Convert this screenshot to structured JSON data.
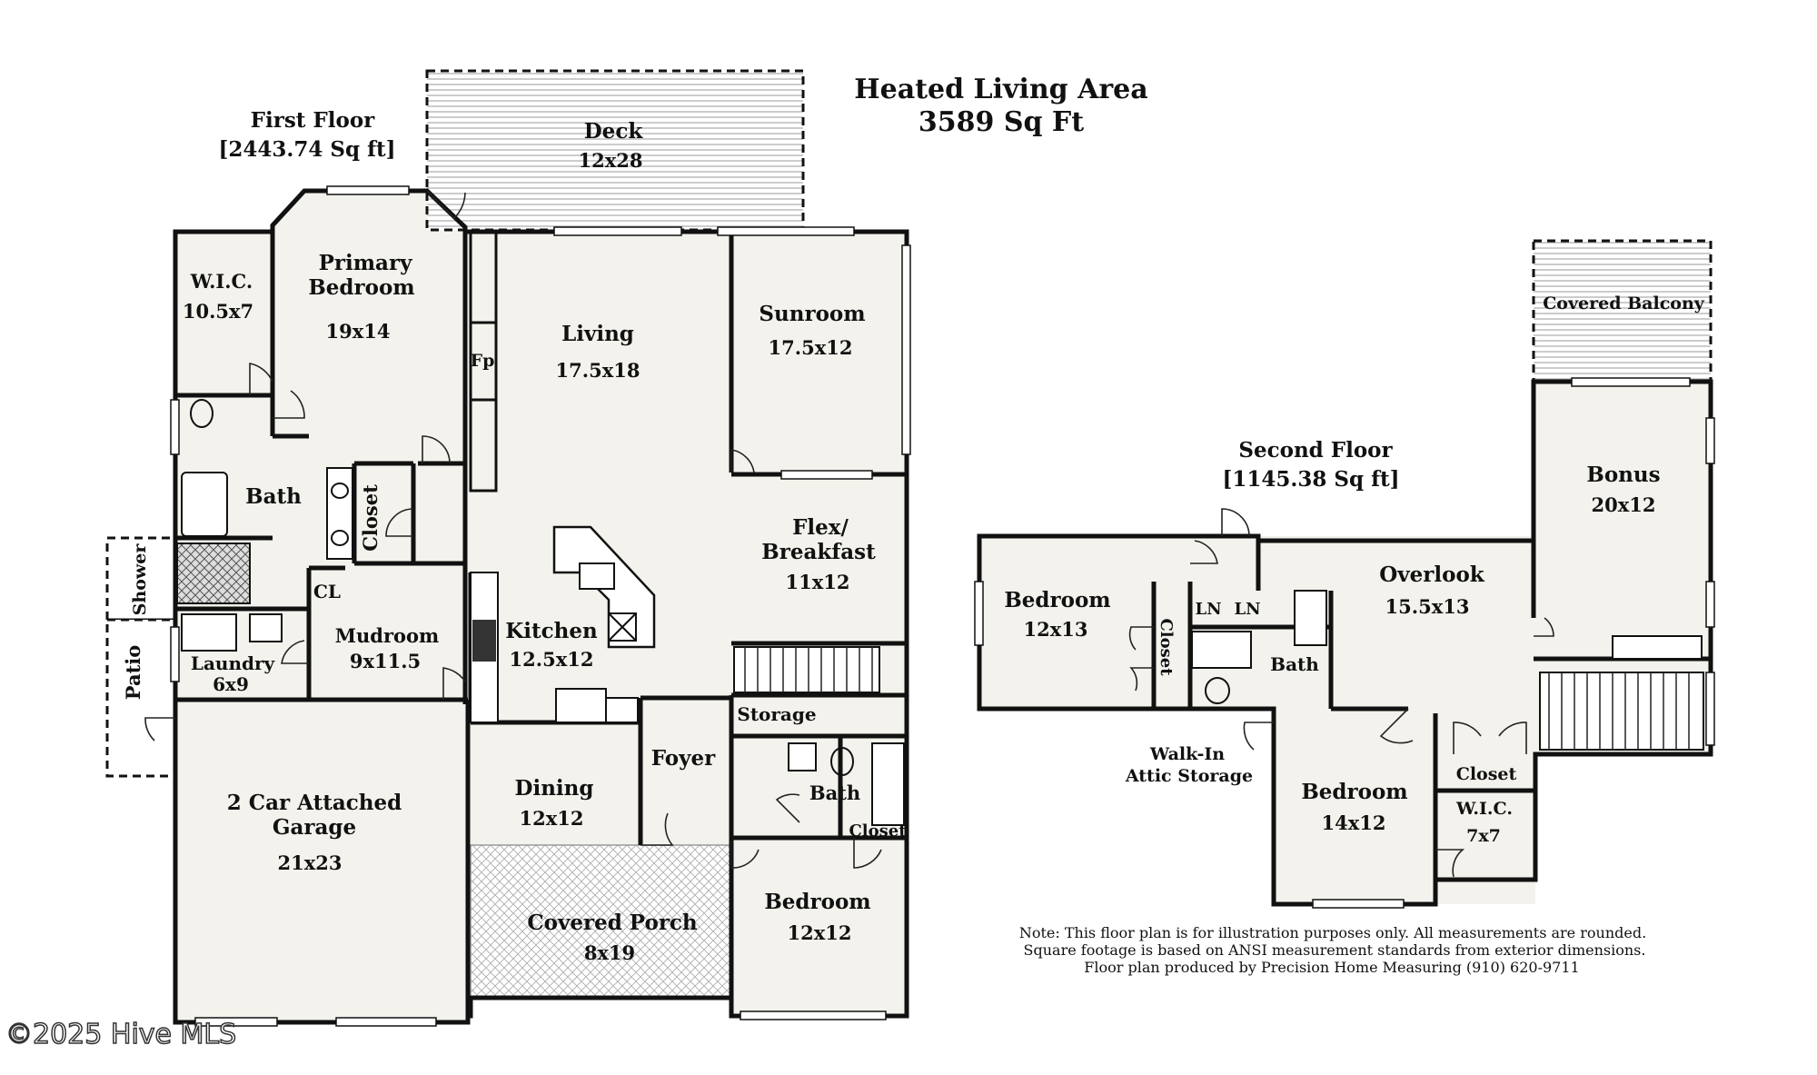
{
  "header": {
    "line1": "Heated Living Area",
    "line2": "3589 Sq Ft"
  },
  "first_floor": {
    "title": "First Floor",
    "area": "[2443.74 Sq ft]"
  },
  "second_floor": {
    "title": "Second Floor",
    "area": "[1145.38 Sq ft]"
  },
  "rooms_first": {
    "deck": {
      "name": "Deck",
      "dim": "12x28"
    },
    "wic": {
      "name": "W.I.C.",
      "dim": "10.5x7"
    },
    "primary": {
      "name1": "Primary",
      "name2": "Bedroom",
      "dim": "19x14"
    },
    "living": {
      "name": "Living",
      "dim": "17.5x18"
    },
    "sunroom": {
      "name": "Sunroom",
      "dim": "17.5x12"
    },
    "fp": "Fp",
    "bath1": "Bath",
    "closet1": "Closet",
    "flex": {
      "name1": "Flex/",
      "name2": "Breakfast",
      "dim": "11x12"
    },
    "shower": "Shower",
    "cl": "CL",
    "mudroom": {
      "name": "Mudroom",
      "dim": "9x11.5"
    },
    "kitchen": {
      "name": "Kitchen",
      "dim": "12.5x12"
    },
    "patio": "Patio",
    "laundry": {
      "name": "Laundry",
      "dim": "6x9"
    },
    "storage": "Storage",
    "foyer": "Foyer",
    "garage": {
      "name1": "2 Car Attached",
      "name2": "Garage",
      "dim": "21x23"
    },
    "dining": {
      "name": "Dining",
      "dim": "12x12"
    },
    "bath2": "Bath",
    "closet2": "Closet",
    "bedroom": {
      "name": "Bedroom",
      "dim": "12x12"
    },
    "porch": {
      "name": "Covered Porch",
      "dim": "8x19"
    }
  },
  "rooms_second": {
    "balcony": "Covered Balcony",
    "bonus": {
      "name": "Bonus",
      "dim": "20x12"
    },
    "overlook": {
      "name": "Overlook",
      "dim": "15.5x13"
    },
    "bedroom_a": {
      "name": "Bedroom",
      "dim": "12x13"
    },
    "closet": "Closet",
    "ln1": "LN",
    "ln2": "LN",
    "bath": "Bath",
    "attic1": "Walk-In",
    "attic2": "Attic Storage",
    "bedroom_b": {
      "name": "Bedroom",
      "dim": "14x12"
    },
    "closet_b": "Closet",
    "wic": {
      "name": "W.I.C.",
      "dim": "7x7"
    }
  },
  "note": {
    "line1": "Note: This floor plan is for illustration purposes only. All measurements are rounded.",
    "line2": "Square footage is based on ANSI measurement standards from exterior dimensions.",
    "line3": "Floor plan produced by Precision Home Measuring (910) 620-9711"
  },
  "watermark": "©2025 Hive MLS"
}
